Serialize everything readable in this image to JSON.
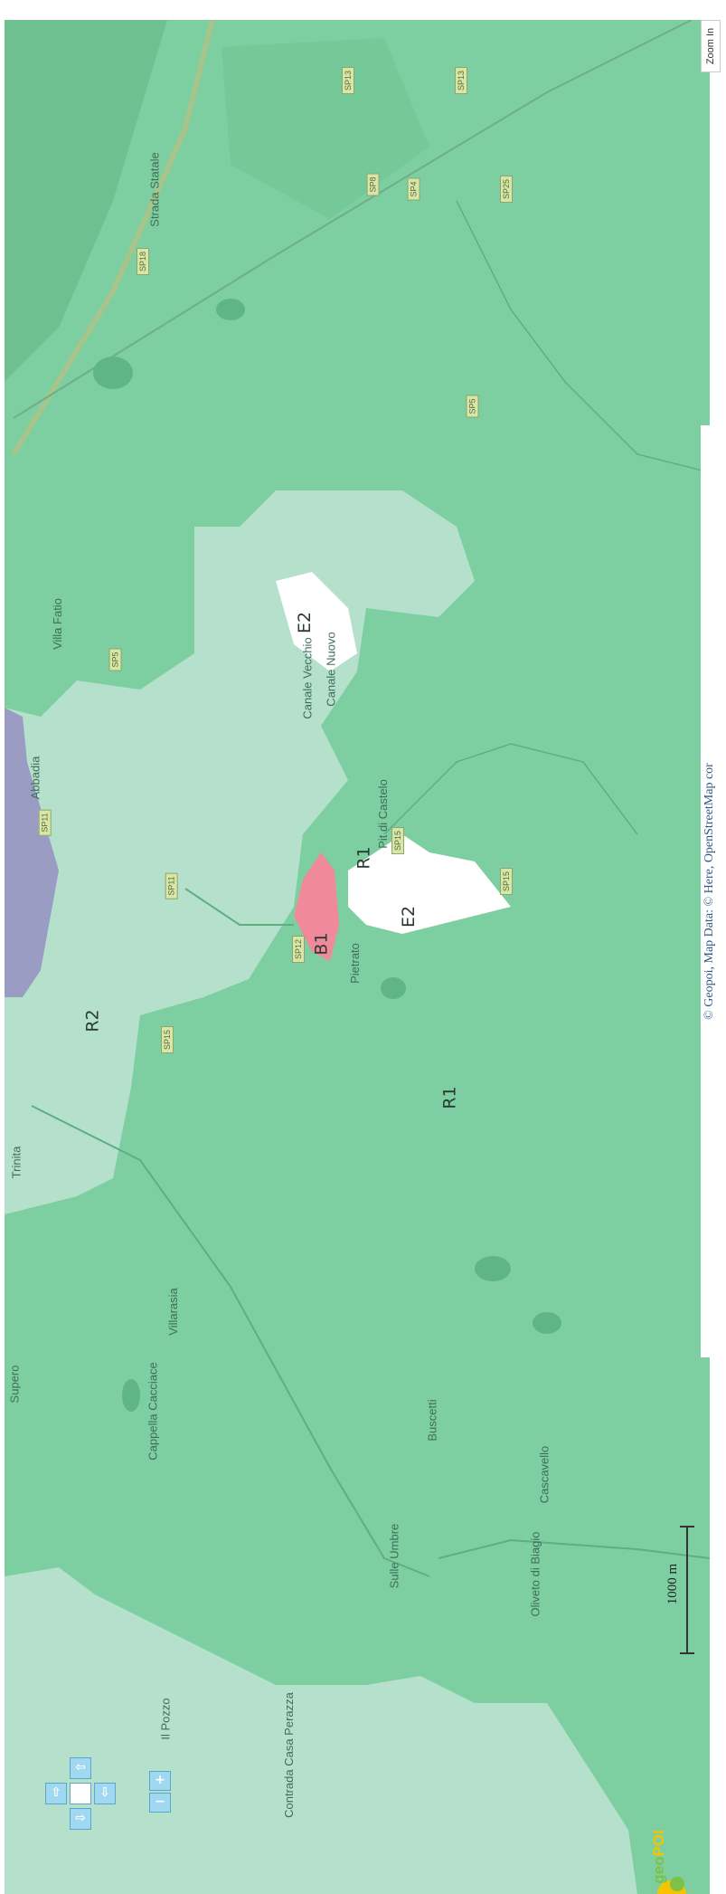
{
  "zones": {
    "r2": "R2",
    "r1_north": "R1",
    "r1_south": "R1",
    "e2_north": "E2",
    "e2_center": "E2",
    "b1": "B1"
  },
  "places": {
    "villa_fatio": "Villa Fatio",
    "abbadia": "Abbadia",
    "canale_vecchio": "Canale Vecchio",
    "canale_nuovo": "Canale Nuovo",
    "pit_di_castelo": "Pit di Castelo",
    "pietrato": "Pietrato",
    "trinita": "Trinita",
    "supero": "Supero",
    "cappella_cacciace": "Cappella Cacciace",
    "villarasia": "Villarasia",
    "buscetti": "Buscetti",
    "cascavello": "Cascavello",
    "oliveto": "Oliveto di Biagio",
    "il_pozzo": "Il Pozzo",
    "contrada": "Contrada Casa Perazza",
    "strada_statale": "Strada Statale",
    "unnamed_road": "Sulle Umbre"
  },
  "roads": [
    "SP18",
    "SP13",
    "SP13",
    "SP25",
    "SP8",
    "SP4",
    "SP5",
    "SP5",
    "SP11",
    "SP11",
    "SP15",
    "SP15",
    "SP15",
    "SP12"
  ],
  "scale_label": "1000 m",
  "attribution": "© Geopoi, Map Data: © Here, OpenStreetMap cor",
  "zoom_label": "Zoom In",
  "logo": {
    "part1": "geo",
    "part2": "POI"
  },
  "colors": {
    "r1": "#7dcea0",
    "r2": "#b4e0cc",
    "r3": "#9a9cc4",
    "b1": "#f08a9a",
    "e2": "#ffffff",
    "logo_green": "#7dc242",
    "logo_yellow": "#f5c400"
  },
  "icons": [
    "pan-up-icon",
    "pan-left-icon",
    "pan-right-icon",
    "pan-down-icon",
    "zoom-in-icon",
    "zoom-out-icon"
  ]
}
